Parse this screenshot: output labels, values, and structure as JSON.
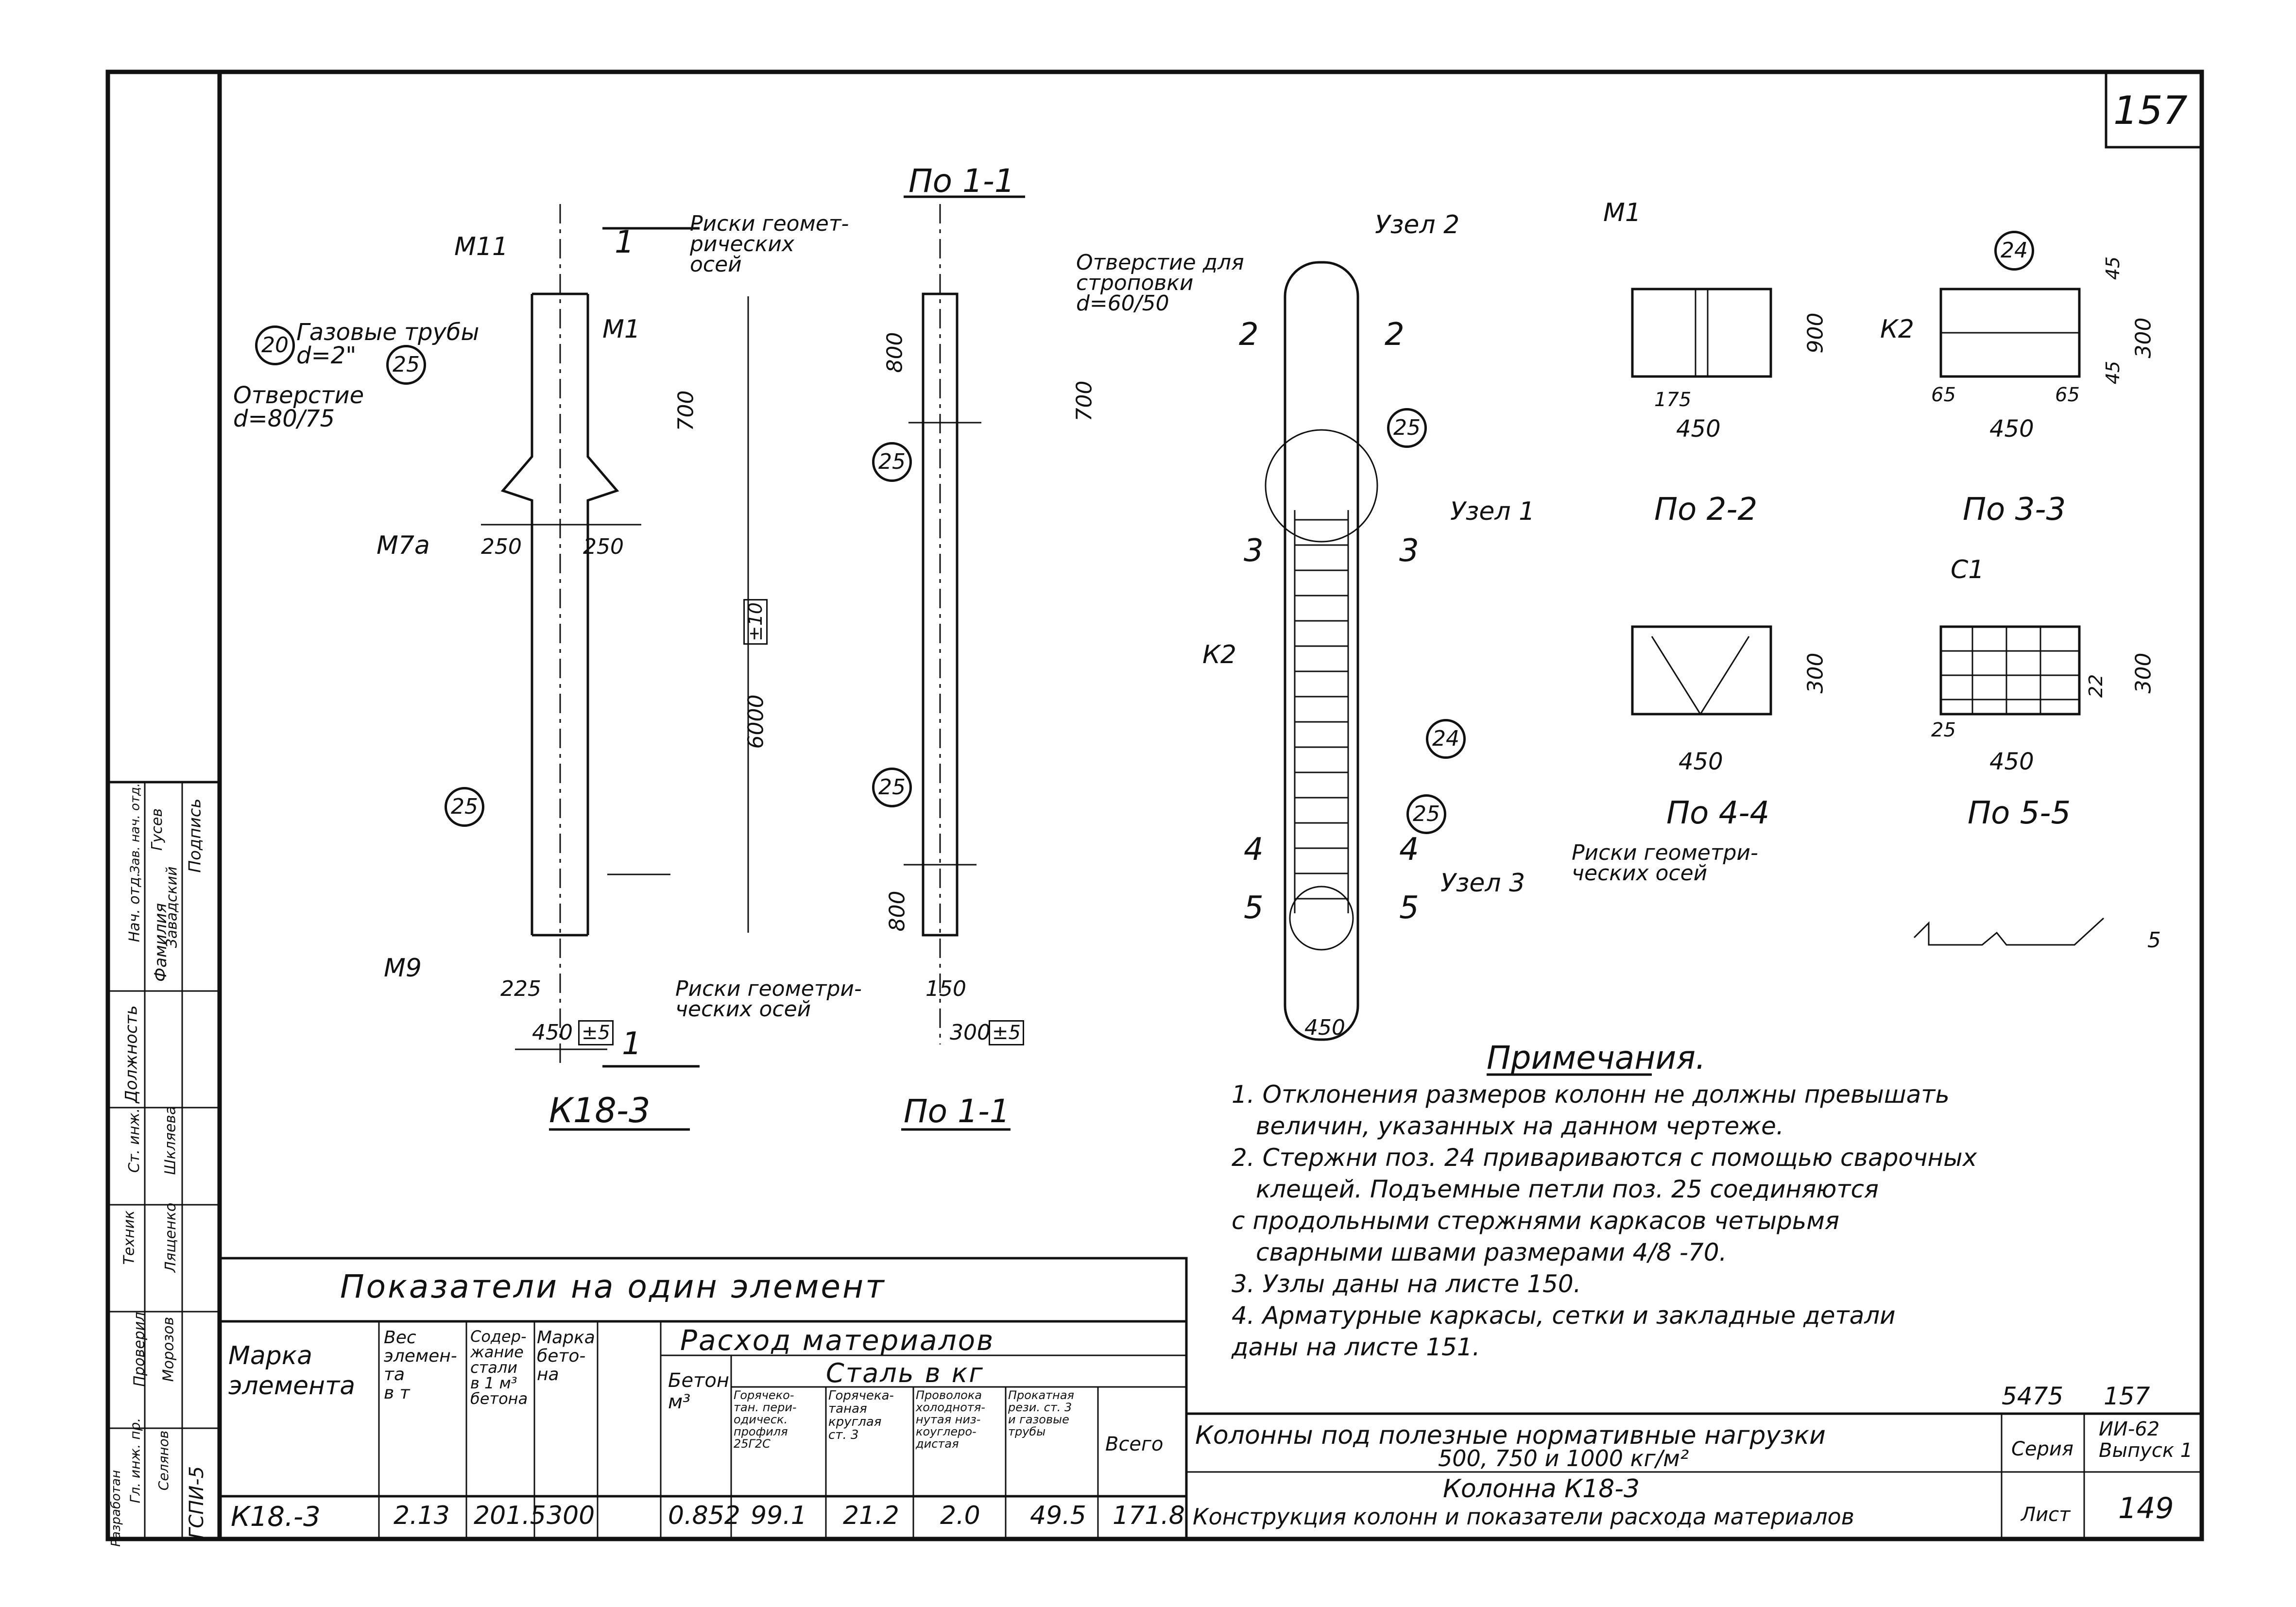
{
  "sheet_number": "157",
  "stamp": {
    "code": "5475",
    "number": "157"
  },
  "views": {
    "elevation_label": "К18-3",
    "section_1_1_label": "По 1-1",
    "section_1_1_top": "По 1-1",
    "section_2_2": "По 2-2",
    "section_3_3": "По 3-3",
    "section_4_4": "По 4-4",
    "section_5_5": "По 5-5"
  },
  "callouts": {
    "risk_geom_top": "Риски геомет-\nрических\nосей",
    "hole_sling": "Отверстие для\nстроповки\nd=60/50",
    "gas_pipes": "Газовые трубы\nd=2\"",
    "hole": "Отверстие\nd=80/75",
    "risk_geom_bottom": "Риски геометри-\nческих осей",
    "risk_geom_right": "Риски геометри-\nческих осей",
    "node1": "Узел 1",
    "node2": "Узел 2",
    "node3": "Узел 3",
    "m11": "М11",
    "m1": "М1",
    "m1_right": "М1",
    "m7a": "М7а",
    "m9": "М9",
    "k2": "К2",
    "k2_right": "К2",
    "c1": "С1"
  },
  "dimensions": {
    "d250_left": "250",
    "d250_right": "250",
    "d225": "225",
    "d450": "450",
    "d450_tol": "±5",
    "d6000": "6000",
    "d6000_tol": "±10",
    "d700": "700",
    "d700_right": "700",
    "d800": "800",
    "d800_bottom": "800",
    "d150": "150",
    "d300": "300",
    "d300_tol": "±5",
    "d900": "900",
    "d175": "175",
    "d65a": "65",
    "d65b": "65",
    "d45a": "45",
    "d45b": "45",
    "d22": "22",
    "d25": "25",
    "d5": "5",
    "d450_sec1": "450",
    "d450_sec2": "450",
    "d450_sec3": "450",
    "d450_sec4": "450",
    "d450_node": "450",
    "d300_sec3": "300",
    "d300_sec2": "300",
    "d300_sec5": "300"
  },
  "positions_marks": [
    "20",
    "25",
    "25",
    "25",
    "25",
    "25",
    "25",
    "24",
    "24"
  ],
  "section_marks": [
    "1",
    "1",
    "2",
    "2",
    "3",
    "3",
    "4",
    "4",
    "5",
    "5"
  ],
  "notes": {
    "title": "Примечания.",
    "lines": [
      "1. Отклонения размеров колонн не должны превышать",
      "величин, указанных на данном чертеже.",
      "2. Стержни поз. 24 привариваются с помощью сварочных",
      "клещей. Подъемные петли поз. 25 соединяются",
      "с продольными стержнями каркасов четырьмя",
      "сварными швами размерами 4/8 -70.",
      "3. Узлы даны на листе 150.",
      "4. Арматурные каркасы, сетки и закладные детали",
      "даны на листе 151."
    ]
  },
  "indicators": {
    "title": "Показатели на один элемент",
    "col_mark": "Марка\nэлемента",
    "col_weight": "Вес\nэлемен-\nта\nв т",
    "col_steel_content": "Содер-\nжание\nстали\nв 1 м³\nбетона",
    "col_concrete_grade": "Марка\nбето-\nна",
    "group_materials": "Расход материалов",
    "col_concrete": "Бетон\nм³",
    "group_steel": "Сталь в кг",
    "col_hot_periodic": "Горячеко-\nтан. пери-\nодическ.\nпрофиля\n25Г2С",
    "col_hot_round": "Горячека-\nтаная\nкруглая\nст. 3",
    "col_wire": "Проволока\nхолоднотя-\nнутая низ-\nкоуглеро-\nдистая",
    "col_rolled": "Прокатная\nрези. ст. 3\nи газовые\nтрубы",
    "col_total": "Всего",
    "row": {
      "mark": "К18.-3",
      "weight": "2.13",
      "steel_content": "201.5",
      "concrete_grade": "300",
      "concrete": "0.852",
      "hot_periodic": "99.1",
      "hot_round": "21.2",
      "wire": "2.0",
      "rolled": "49.5",
      "total": "171.8"
    }
  },
  "title_block": {
    "line1": "Колонны под полезные нормативные нагрузки",
    "line2": "500, 750 и 1000 кг/м²",
    "series_label": "Серия",
    "series_value": "ИИ-62\nВыпуск 1",
    "line3": "Колонна К18-3",
    "line4": "Конструкция колонн и показатели расхода материалов",
    "sheet_label": "Лист",
    "sheet_value": "149"
  },
  "side_stamp": {
    "h_post": "Должность",
    "h_name": "Фамилия",
    "h_sign": "Подпись",
    "rows": [
      [
        "Ст. инж.",
        "Шкляева",
        ""
      ],
      [
        "Техник",
        "Лященко",
        ""
      ],
      [
        "Проверил",
        "Морозов",
        ""
      ],
      [
        "Гл. инж. пр.",
        "Селянов",
        ""
      ],
      [
        "Нач. отд.",
        "Завадский",
        ""
      ],
      [
        "Зав. нач. отд.",
        "Гусев",
        ""
      ]
    ],
    "org": "ГСПИ-5",
    "developed": "Разработан"
  }
}
